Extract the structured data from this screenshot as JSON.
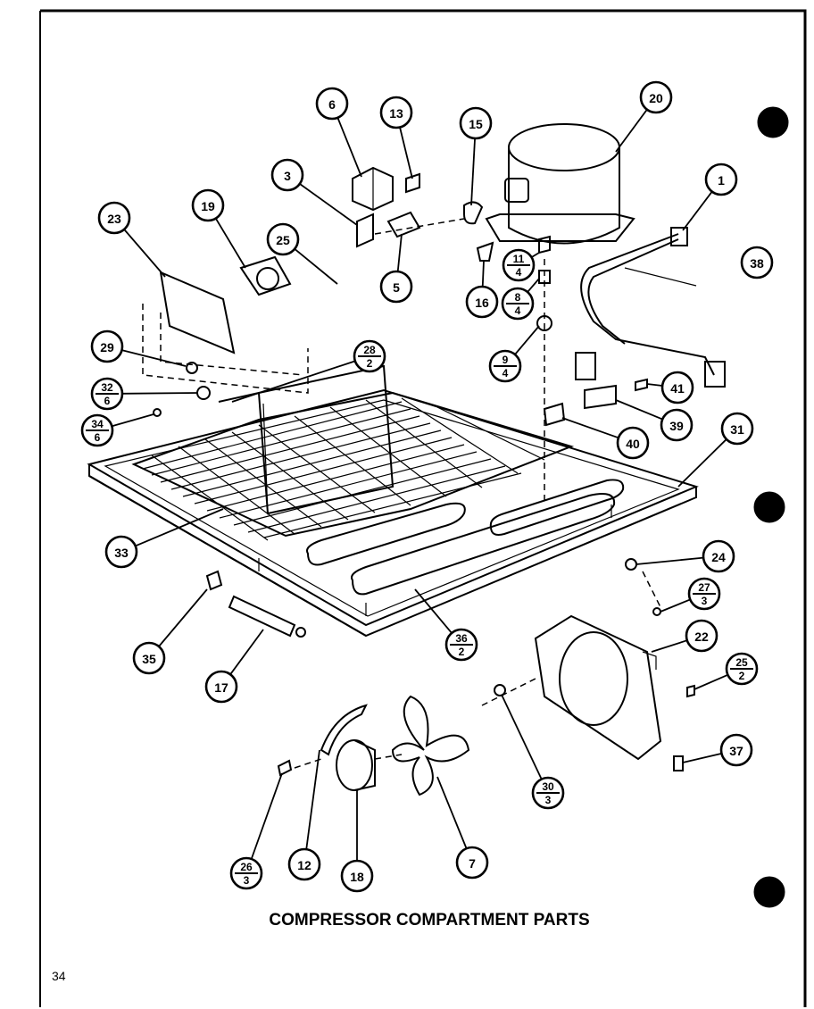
{
  "title": "COMPRESSOR COMPARTMENT PARTS",
  "page_number": "34",
  "callouts": [
    {
      "label": "1"
    },
    {
      "label": "3"
    },
    {
      "label": "5"
    },
    {
      "label": "6"
    },
    {
      "label": "7"
    },
    {
      "label": "12"
    },
    {
      "label": "13"
    },
    {
      "label": "15"
    },
    {
      "label": "16"
    },
    {
      "label": "17"
    },
    {
      "label": "18"
    },
    {
      "label": "19"
    },
    {
      "label": "20"
    },
    {
      "label": "22"
    },
    {
      "label": "23"
    },
    {
      "label": "24"
    },
    {
      "label": "25"
    },
    {
      "label": "29"
    },
    {
      "label": "31"
    },
    {
      "label": "33"
    },
    {
      "label": "35"
    },
    {
      "label": "37"
    },
    {
      "label": "38"
    },
    {
      "label": "39"
    },
    {
      "label": "40"
    },
    {
      "label": "41"
    }
  ],
  "fraction_callouts": [
    {
      "top": "11",
      "bottom": "4"
    },
    {
      "top": "8",
      "bottom": "4"
    },
    {
      "top": "9",
      "bottom": "4"
    },
    {
      "top": "28",
      "bottom": "2"
    },
    {
      "top": "32",
      "bottom": "6"
    },
    {
      "top": "34",
      "bottom": "6"
    },
    {
      "top": "27",
      "bottom": "3"
    },
    {
      "top": "25",
      "bottom": "2"
    },
    {
      "top": "36",
      "bottom": "2"
    },
    {
      "top": "30",
      "bottom": "3"
    },
    {
      "top": "26",
      "bottom": "3"
    }
  ]
}
